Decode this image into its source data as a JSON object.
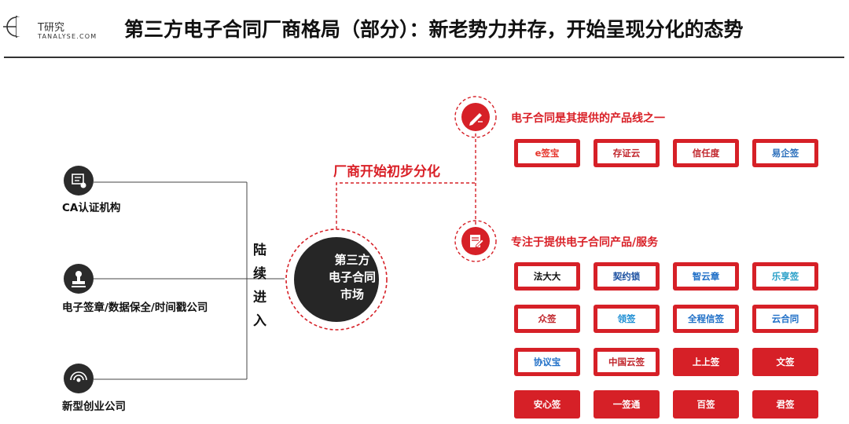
{
  "header": {
    "logo_name": "T研究",
    "logo_url": "TANALYSE.COM",
    "title": "第三方电子合同厂商格局（部分）：新老势力并存，开始呈现分化的态势"
  },
  "sources": [
    {
      "label": "CA认证机构",
      "icon": "certificate-icon"
    },
    {
      "label": "电子签章/数据保全/时间戳公司",
      "icon": "seal-stamp-icon"
    },
    {
      "label": "新型创业公司",
      "icon": "startup-signal-icon"
    }
  ],
  "enter_label": [
    "陆",
    "续",
    "进",
    "入"
  ],
  "center": {
    "lines": [
      "第三方",
      "电子合同",
      "市场"
    ]
  },
  "split_label": "厂商开始初步分化",
  "categories": [
    {
      "label": "电子合同是其提供的产品线之一",
      "icon": "pen-icon",
      "vendors": [
        {
          "name": "e签宝",
          "color": "#e6352b"
        },
        {
          "name": "存证云",
          "color": "#c1272d"
        },
        {
          "name": "信任度",
          "color": "#c1272d"
        },
        {
          "name": "易企签",
          "color": "#2a6ebb"
        }
      ]
    },
    {
      "label": "专注于提供电子合同产品/服务",
      "icon": "document-icon",
      "vendors": [
        {
          "name": "法大大",
          "color": "#111111"
        },
        {
          "name": "契约锁",
          "color": "#1a4fa0"
        },
        {
          "name": "智云章",
          "color": "#1f6fc7"
        },
        {
          "name": "乐享签",
          "color": "#2aa0c8"
        },
        {
          "name": "众签",
          "color": "#c1272d"
        },
        {
          "name": "领签",
          "color": "#1f8fd4"
        },
        {
          "name": "全程信签",
          "color": "#1f6fc7"
        },
        {
          "name": "云合同",
          "color": "#1f6fc7"
        },
        {
          "name": "协议宝",
          "color": "#1f6fc7"
        },
        {
          "name": "中国云签",
          "color": "#c1272d"
        },
        {
          "name": "上上签",
          "color": "#ffffff",
          "dark": true
        },
        {
          "name": "文签",
          "color": "#ffffff",
          "dark": true
        },
        {
          "name": "安心签",
          "color": "#ffffff",
          "dark": true
        },
        {
          "name": "一签通",
          "color": "#ffffff",
          "dark": true
        },
        {
          "name": "百签",
          "color": "#ffffff",
          "dark": true
        },
        {
          "name": "君签",
          "color": "#ffffff",
          "dark": true
        }
      ]
    }
  ],
  "colors": {
    "accent": "#d62027",
    "dark": "#2b2b2b"
  }
}
